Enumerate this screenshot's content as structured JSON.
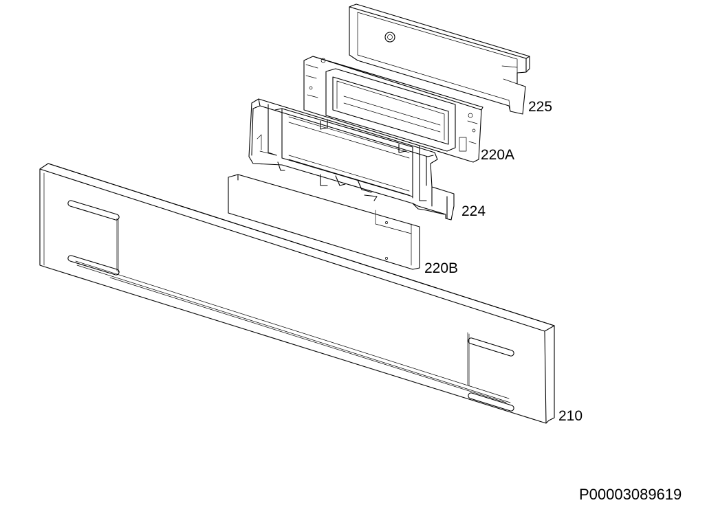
{
  "parts": [
    {
      "id": "p225",
      "label": "225"
    },
    {
      "id": "p220a",
      "label": "220A"
    },
    {
      "id": "p224",
      "label": "224"
    },
    {
      "id": "p220b",
      "label": "220B"
    },
    {
      "id": "p210",
      "label": "210"
    }
  ],
  "document_code": "P00003089619"
}
